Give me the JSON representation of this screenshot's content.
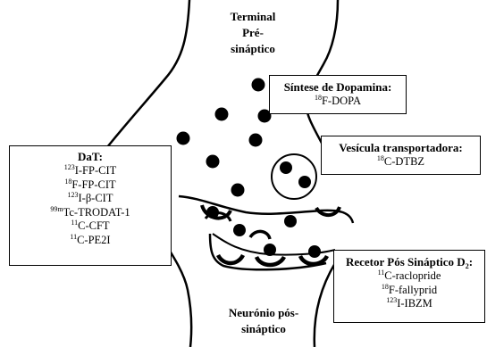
{
  "labels": {
    "terminal": [
      "Terminal",
      "Pré-",
      "sináptico"
    ],
    "neuron": [
      "Neurónio pós-",
      "sináptico"
    ]
  },
  "synthesis": {
    "title": "Síntese de Dopamina:",
    "lines": [
      {
        "sup": "18",
        "text": "F-DOPA"
      }
    ]
  },
  "vesicle": {
    "title": "Vesícula transportadora:",
    "lines": [
      {
        "sup": "18",
        "text": "C-DTBZ"
      }
    ]
  },
  "dat": {
    "title": "DaT:",
    "lines": [
      {
        "sup": "123",
        "text": "I-FP-CIT"
      },
      {
        "sup": "18",
        "text": "F-FP-CIT"
      },
      {
        "sup": "123",
        "text": "I-β-CIT"
      },
      {
        "sup": "99m",
        "text": "Tc-TRODAT-1"
      },
      {
        "sup": "11",
        "text": "C-CFT"
      },
      {
        "sup": "11",
        "text": "C-PE2I"
      }
    ]
  },
  "receptor": {
    "title": "Recetor Pós Sináptico D",
    "title_sub": "2",
    "title_end": ":",
    "lines": [
      {
        "sup": "11",
        "text": "C-raclopride"
      },
      {
        "sup": "18",
        "text": "F-fallyprid"
      },
      {
        "sup": "123",
        "text": "I-IBZM"
      }
    ]
  }
}
